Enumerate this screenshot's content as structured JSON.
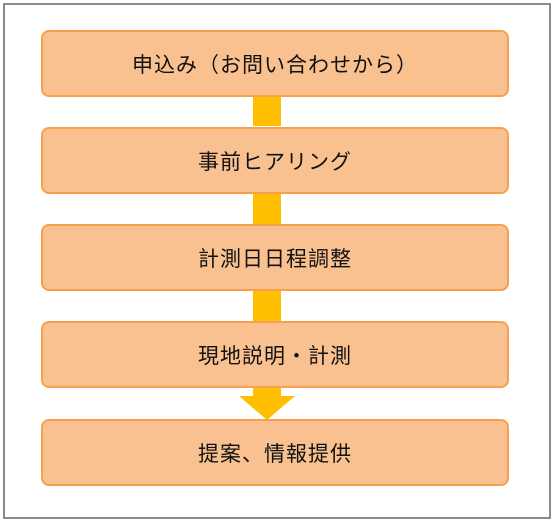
{
  "flow": {
    "colors": {
      "box_fill": "#fac190",
      "box_border": "#f5a04e",
      "connector": "#fdbf00",
      "frame_border": "#8a8a8a"
    },
    "steps": [
      {
        "label": "申込み（お問い合わせから）"
      },
      {
        "label": "事前ヒアリング"
      },
      {
        "label": "計測日日程調整"
      },
      {
        "label": "現地説明・計測"
      },
      {
        "label": "提案、情報提供"
      }
    ]
  }
}
